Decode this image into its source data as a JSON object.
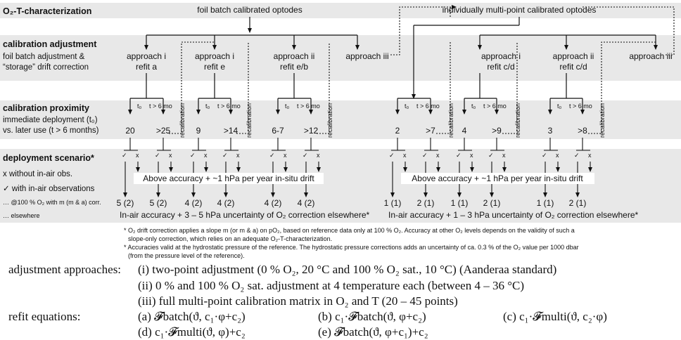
{
  "rows": {
    "o2t": "O₂-T-characterization",
    "cal_adj": "calibration adjustment",
    "cal_adj_sub1": "foil batch adjustment &",
    "cal_adj_sub2": "“storage” drift correction",
    "cal_prox": "calibration proximity",
    "cal_prox_sub1": "immediate deployment (t₀)",
    "cal_prox_sub2": "vs. later use (t > 6 months)",
    "deploy": "deployment scenario*",
    "leg_x": "x   without in-air obs.",
    "leg_check": "✓  with in-air observations",
    "leg_dots1": "… @100 % O₂ with m (m & a) corr.",
    "leg_dots2": "… elsewhere"
  },
  "sources": {
    "foil_batch": "foil batch calibrated optodes",
    "individual": "individually multi-point calibrated optodes"
  },
  "approaches": {
    "a1_l1": "approach i",
    "a1_l2": "refit a",
    "a2_l1": "approach i",
    "a2_l2": "refit e",
    "a3_l1": "approach ii",
    "a3_l2": "refit e/b",
    "a4_l1": "approach iii",
    "a5_l1": "approach i",
    "a5_l2": "refit c/d",
    "a6_l1": "approach ii",
    "a6_l2": "refit c/d",
    "a7_l1": "approach iii"
  },
  "prox": {
    "t0": "t₀",
    "t6": "t > 6 mo",
    "recal": "recalibration",
    "v1": "20",
    "v2": ">25",
    "v3": "9",
    "v4": ">14",
    "v5": "6-7",
    "v6": ">12",
    "v7": "2",
    "v8": ">7",
    "v9": "4",
    "v10": ">9",
    "v11": "3",
    "v12": ">8"
  },
  "scenario": {
    "check": "✓",
    "x": "x",
    "insitu_left": "Above accuracy + ~1 hPa per year in-situ drift",
    "insitu_right": "Above accuracy + ~1 hPa per year in-situ drift",
    "left_vals": [
      "5 (2)",
      "5 (2)",
      "4 (2)",
      "4 (2)",
      "4 (2)",
      "4 (2)"
    ],
    "right_vals": [
      "1 (1)",
      "2 (1)",
      "1 (1)",
      "2 (1)",
      "1 (1)",
      "2 (1)"
    ],
    "inair_left": "In-air accuracy + 3 – 5 hPa uncertainty of O₂ correction elsewhere*",
    "inair_right": "In-air accuracy + 1 – 3 hPa uncertainty of O₂ correction elsewhere*"
  },
  "notes": {
    "n1a": "* O₂ drift correction applies a slope m (or m & a) on pO₂, based on reference data only at 100 % O₂. Accuracy at other O₂ levels depends on the validity of such a",
    "n1b": "slope-only correction, which relies on an adequate O₂-T-characterization.",
    "n2a": "* Accuracies valid at the hydrostatic pressure of the reference. The hydrostatic pressure corrections adds an uncertainty of ca. 0.3 % of the O₂ value per 1000 dbar",
    "n2b": "(from the pressure level of the reference)."
  },
  "legend": {
    "adj_title": "adjustment approaches:",
    "adj_i": "(i) two-point adjustment (0 % O₂, 20 °C and 100 % O₂ sat., 10 °C) (Aanderaa standard)",
    "adj_ii": "(ii) 0 % and 100 % O₂ sat. adjustment at 4 temperature each (between 4 – 36 °C)",
    "adj_iii": "(iii) full multi-point calibration matrix in O₂ and T (20 – 45 points)",
    "refit_title": "refit equations:",
    "eq_a": "(a) 𝓕batch(ϑ, c₁·φ+c₂)",
    "eq_b": "(b) c₁·𝓕batch(ϑ, φ+c₂)",
    "eq_c": "(c) c₁·𝓕multi(ϑ, c₂·φ)",
    "eq_d": "(d) c₁·𝓕multi(ϑ, φ)+c₂",
    "eq_e": "(e) 𝓕batch(ϑ, φ+c₁)+c₂"
  }
}
